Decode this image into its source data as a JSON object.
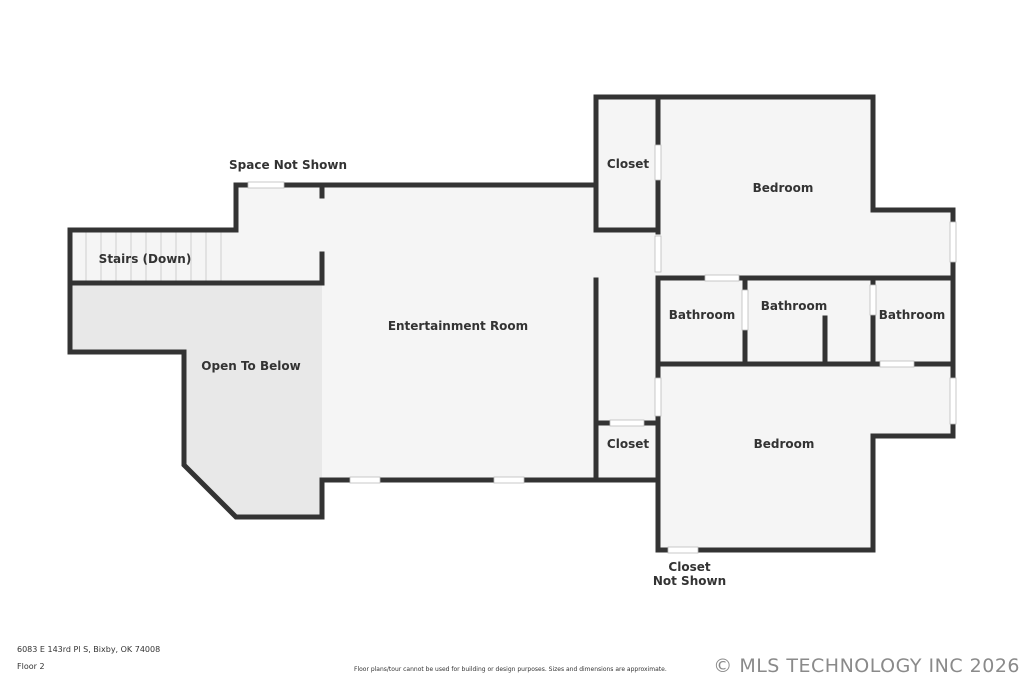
{
  "rooms": {
    "stairs": "Stairs (Down)",
    "open_to_below": "Open To Below",
    "entertainment": "Entertainment Room",
    "closet_top": "Closet",
    "bedroom_top": "Bedroom",
    "bathroom_left": "Bathroom",
    "bathroom_middle": "Bathroom",
    "bathroom_right": "Bathroom",
    "closet_bottom": "Closet",
    "bedroom_bottom": "Bedroom"
  },
  "notes": {
    "space_not_shown": "Space Not Shown",
    "closet_not_shown_1": "Closet",
    "closet_not_shown_2": "Not Shown"
  },
  "footer": {
    "address": "6083 E 143rd Pl S, Bixby, OK 74008",
    "floor": "Floor 2",
    "disclaimer": "Floor plans/tour cannot be used for building or design purposes. Sizes and dimensions are approximate.",
    "watermark": "© MLS TECHNOLOGY INC 2026"
  },
  "colors": {
    "wall": "#333333",
    "floor": "#f5f5f5",
    "open_area": "#e8e8e8"
  }
}
